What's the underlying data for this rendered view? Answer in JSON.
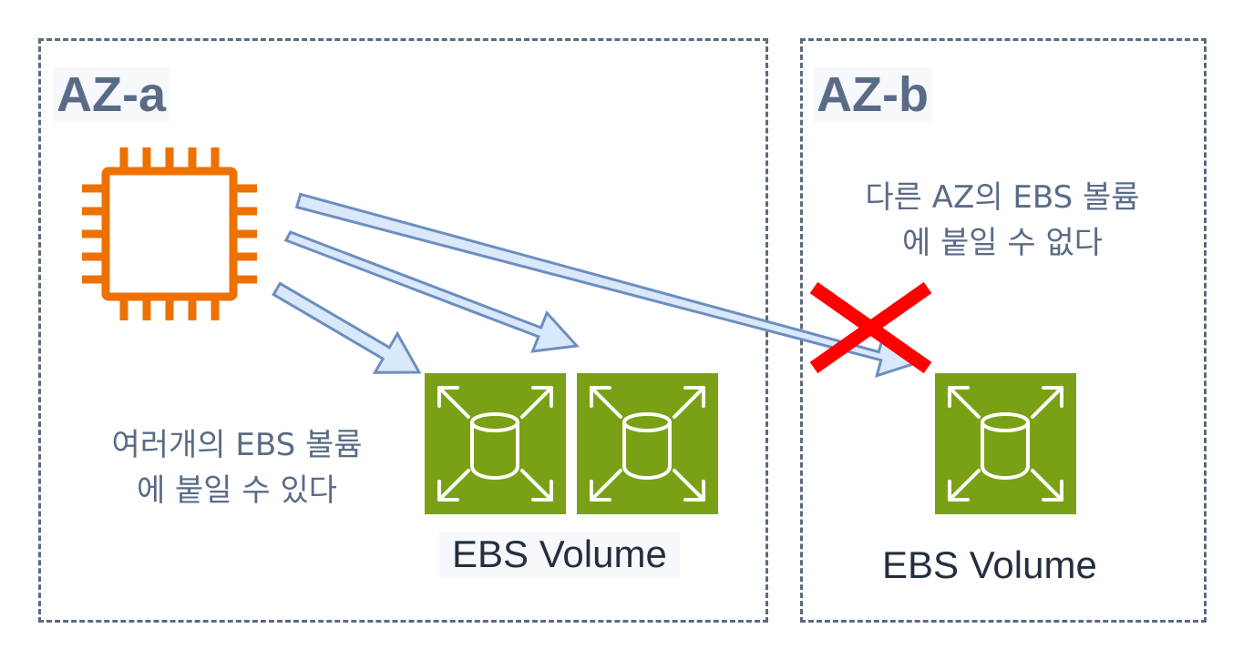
{
  "zones": {
    "a": {
      "title": "AZ-a"
    },
    "b": {
      "title": "AZ-b"
    }
  },
  "notes": {
    "az_a": "여러개의 EBS 볼륨\n에 붙일 수 있다",
    "az_b": "다른 AZ의 EBS 볼륨\n에 붙일 수 없다"
  },
  "volumes": {
    "label_a": "EBS Volume",
    "label_b": "EBS Volume"
  },
  "icons": {
    "instance": "ec2-instance-chip-icon",
    "volume": "ebs-volume-icon",
    "blocked": "red-x-icon"
  },
  "colors": {
    "border": "#5a6b7b",
    "zone_title": "#5a6b87",
    "chip": "#ed7100",
    "volume_bg": "#7aa116",
    "arrow_fill": "#dae8fc",
    "arrow_stroke": "#6c8ebf",
    "blocked": "#ff0000"
  }
}
